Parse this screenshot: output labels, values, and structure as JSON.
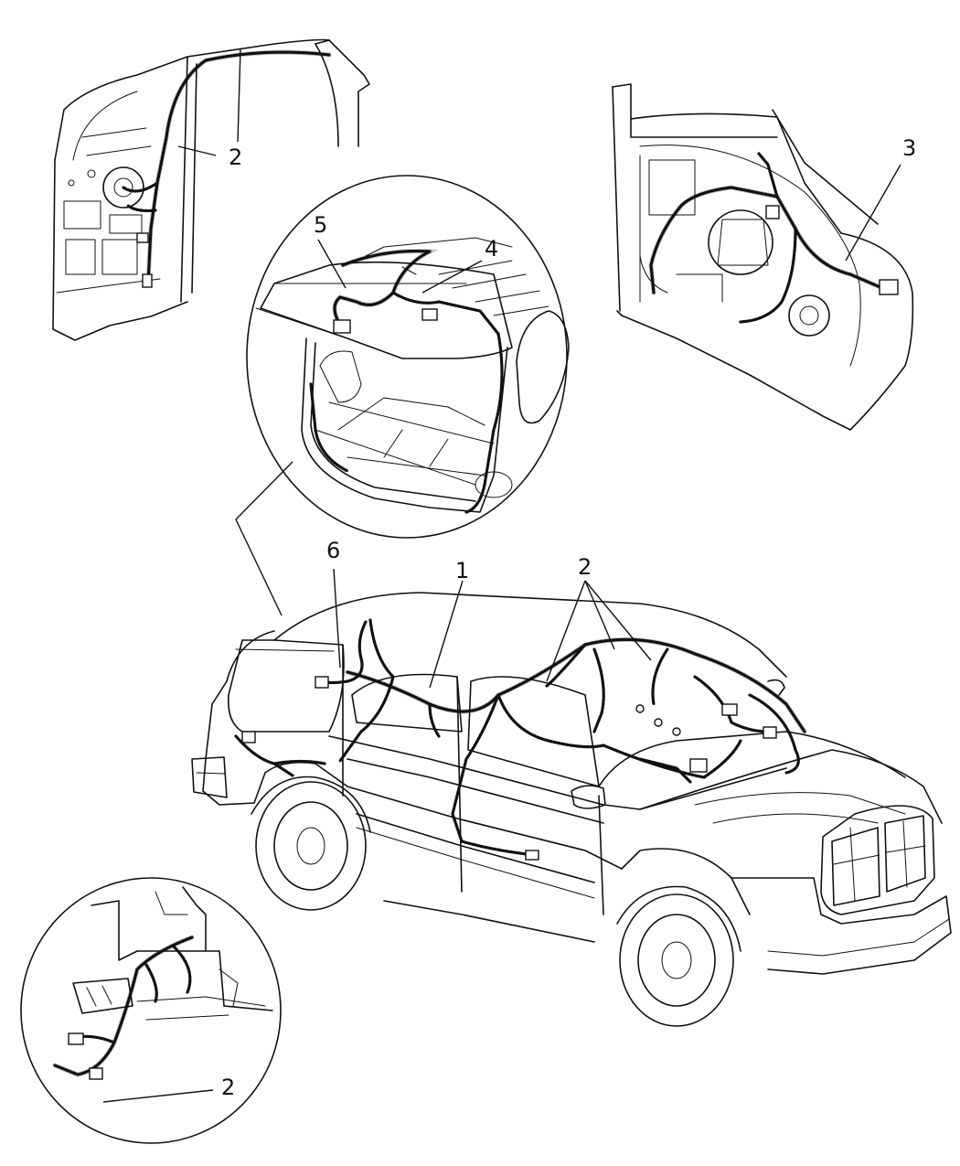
{
  "callouts": [
    {
      "id": "c2a",
      "label": "2"
    },
    {
      "id": "c3",
      "label": "3"
    },
    {
      "id": "c5",
      "label": "5"
    },
    {
      "id": "c4",
      "label": "4"
    },
    {
      "id": "c6",
      "label": "6"
    },
    {
      "id": "c1",
      "label": "1"
    },
    {
      "id": "c2b",
      "label": "2"
    },
    {
      "id": "c2c",
      "label": "2"
    }
  ]
}
